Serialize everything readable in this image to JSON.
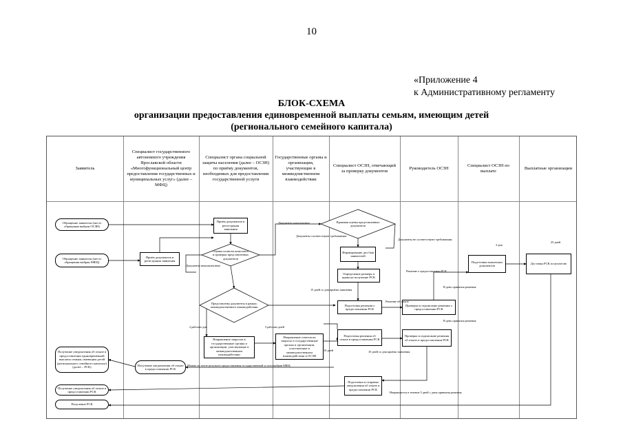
{
  "page_number": "10",
  "appendix": {
    "line1": "«Приложение 4",
    "line2": "к Административному регламенту"
  },
  "title": {
    "line1": "БЛОК-СХЕМА",
    "line2": "организации предоставления единовременной выплаты семьям, имеющим детей",
    "line3": "(регионального семейного капитала)"
  },
  "lanes": [
    "Заявитель",
    "Специалист государственного автономного учреждения Ярославской области «Многофункциональный центр предоставления государственных и муниципальных услуг» (далее – МФЦ)",
    "Специалист органа социальной защиты населения (далее – ОСЗН) по приёму документов, необходимых для предоставления государственной услуги",
    "Государственные органы и организации, участвующие в межведомственном взаимодействии",
    "Специалист ОСЗН, отвечающий за проверку документов",
    "Руководитель ОСЗН",
    "Специалист ОСЗН по выплате",
    "Выплатные организации"
  ],
  "nodes": {
    "applicant_osszn": "Обращение заявителя (место обращения выбран ОСЗН)",
    "applicant_mfc": "Обращение заявителя (место обращения выбран МФЦ)",
    "mfc_receive": "Приём документов и регистрация заявления",
    "osszn_receive": "Приём документов и регистрация заявления",
    "check_complete": "Оценка полноты комплекта и проверки представленных документов",
    "interagency_q": "Представлены документы в рамках межведомственного взаимодействия",
    "send_requests": "Направление запросов в государственные органы и организации, участвующие в межведомственном взаимодействии",
    "gov_response": "Направление ответов на запросы в государственные органы и организации, участвующие в межведомственном взаимодействии в ОСЗН",
    "legal_check": "Правовая оценка представленных документов",
    "form_case": "Формирование дел быв заявителей",
    "define_amount": "Определение размера и права на получение РСК",
    "prepare_decision": "Подготовка решения о предоставлении РСК",
    "check_sign": "Проверка и подписание решения о предоставлении РСК",
    "prepare_refusal": "Подготовка решения об отказе в предоставлении РСК",
    "check_sign_refusal": "Проверка и подписание решения об отказе в предоставлении РСК",
    "prepare_notice": "Подготовка и отправка уведомления об отказе в предоставлении РСК",
    "payment_prep": "Подготовка выплатных документов",
    "delivery": "Доставка РСК получателю",
    "notice_refusal_applicant": "Получение уведомления об отказе в предоставлении единовременной выплаты семьям, имеющим детей (регионального семейного капитала) (далее – РСК)",
    "mfc_notice_refusal": "Получение уведомления об отказе в предоставлении РСК",
    "notice_refusal_2": "Получение уведомления об отказе в предоставлении РСК",
    "receive_rsk": "Получение РСК"
  },
  "notes": {
    "docs_complete": "Документы комплектные",
    "docs_meet": "Документы соответствуют требованиям",
    "docs_not_meet": "Документы не соответствуют требованиям",
    "docs_incomplete": "Документы некомплектные",
    "days_2a": "2 рабочих дня",
    "days_2b": "5 рабочих дней",
    "days_15": "15 дней со дня приёма заявления",
    "days_3": "3 дня",
    "days_10": "10 дней",
    "days_25": "25 дней",
    "workdays_a": "В день принятия решения",
    "workdays_b": "В день принятия решения",
    "yes_decision": "Решение о предоставлении РСК",
    "refusal_decision": "Решение об отказе",
    "notice_5days": "Направляется в течение 5 дней с даты принятия решения",
    "days_10_refusal": "10 дней со дня приёма заявления",
    "mfc_result": "Можно по почте результат предоставления государственной услуги выбран МФЦ"
  }
}
